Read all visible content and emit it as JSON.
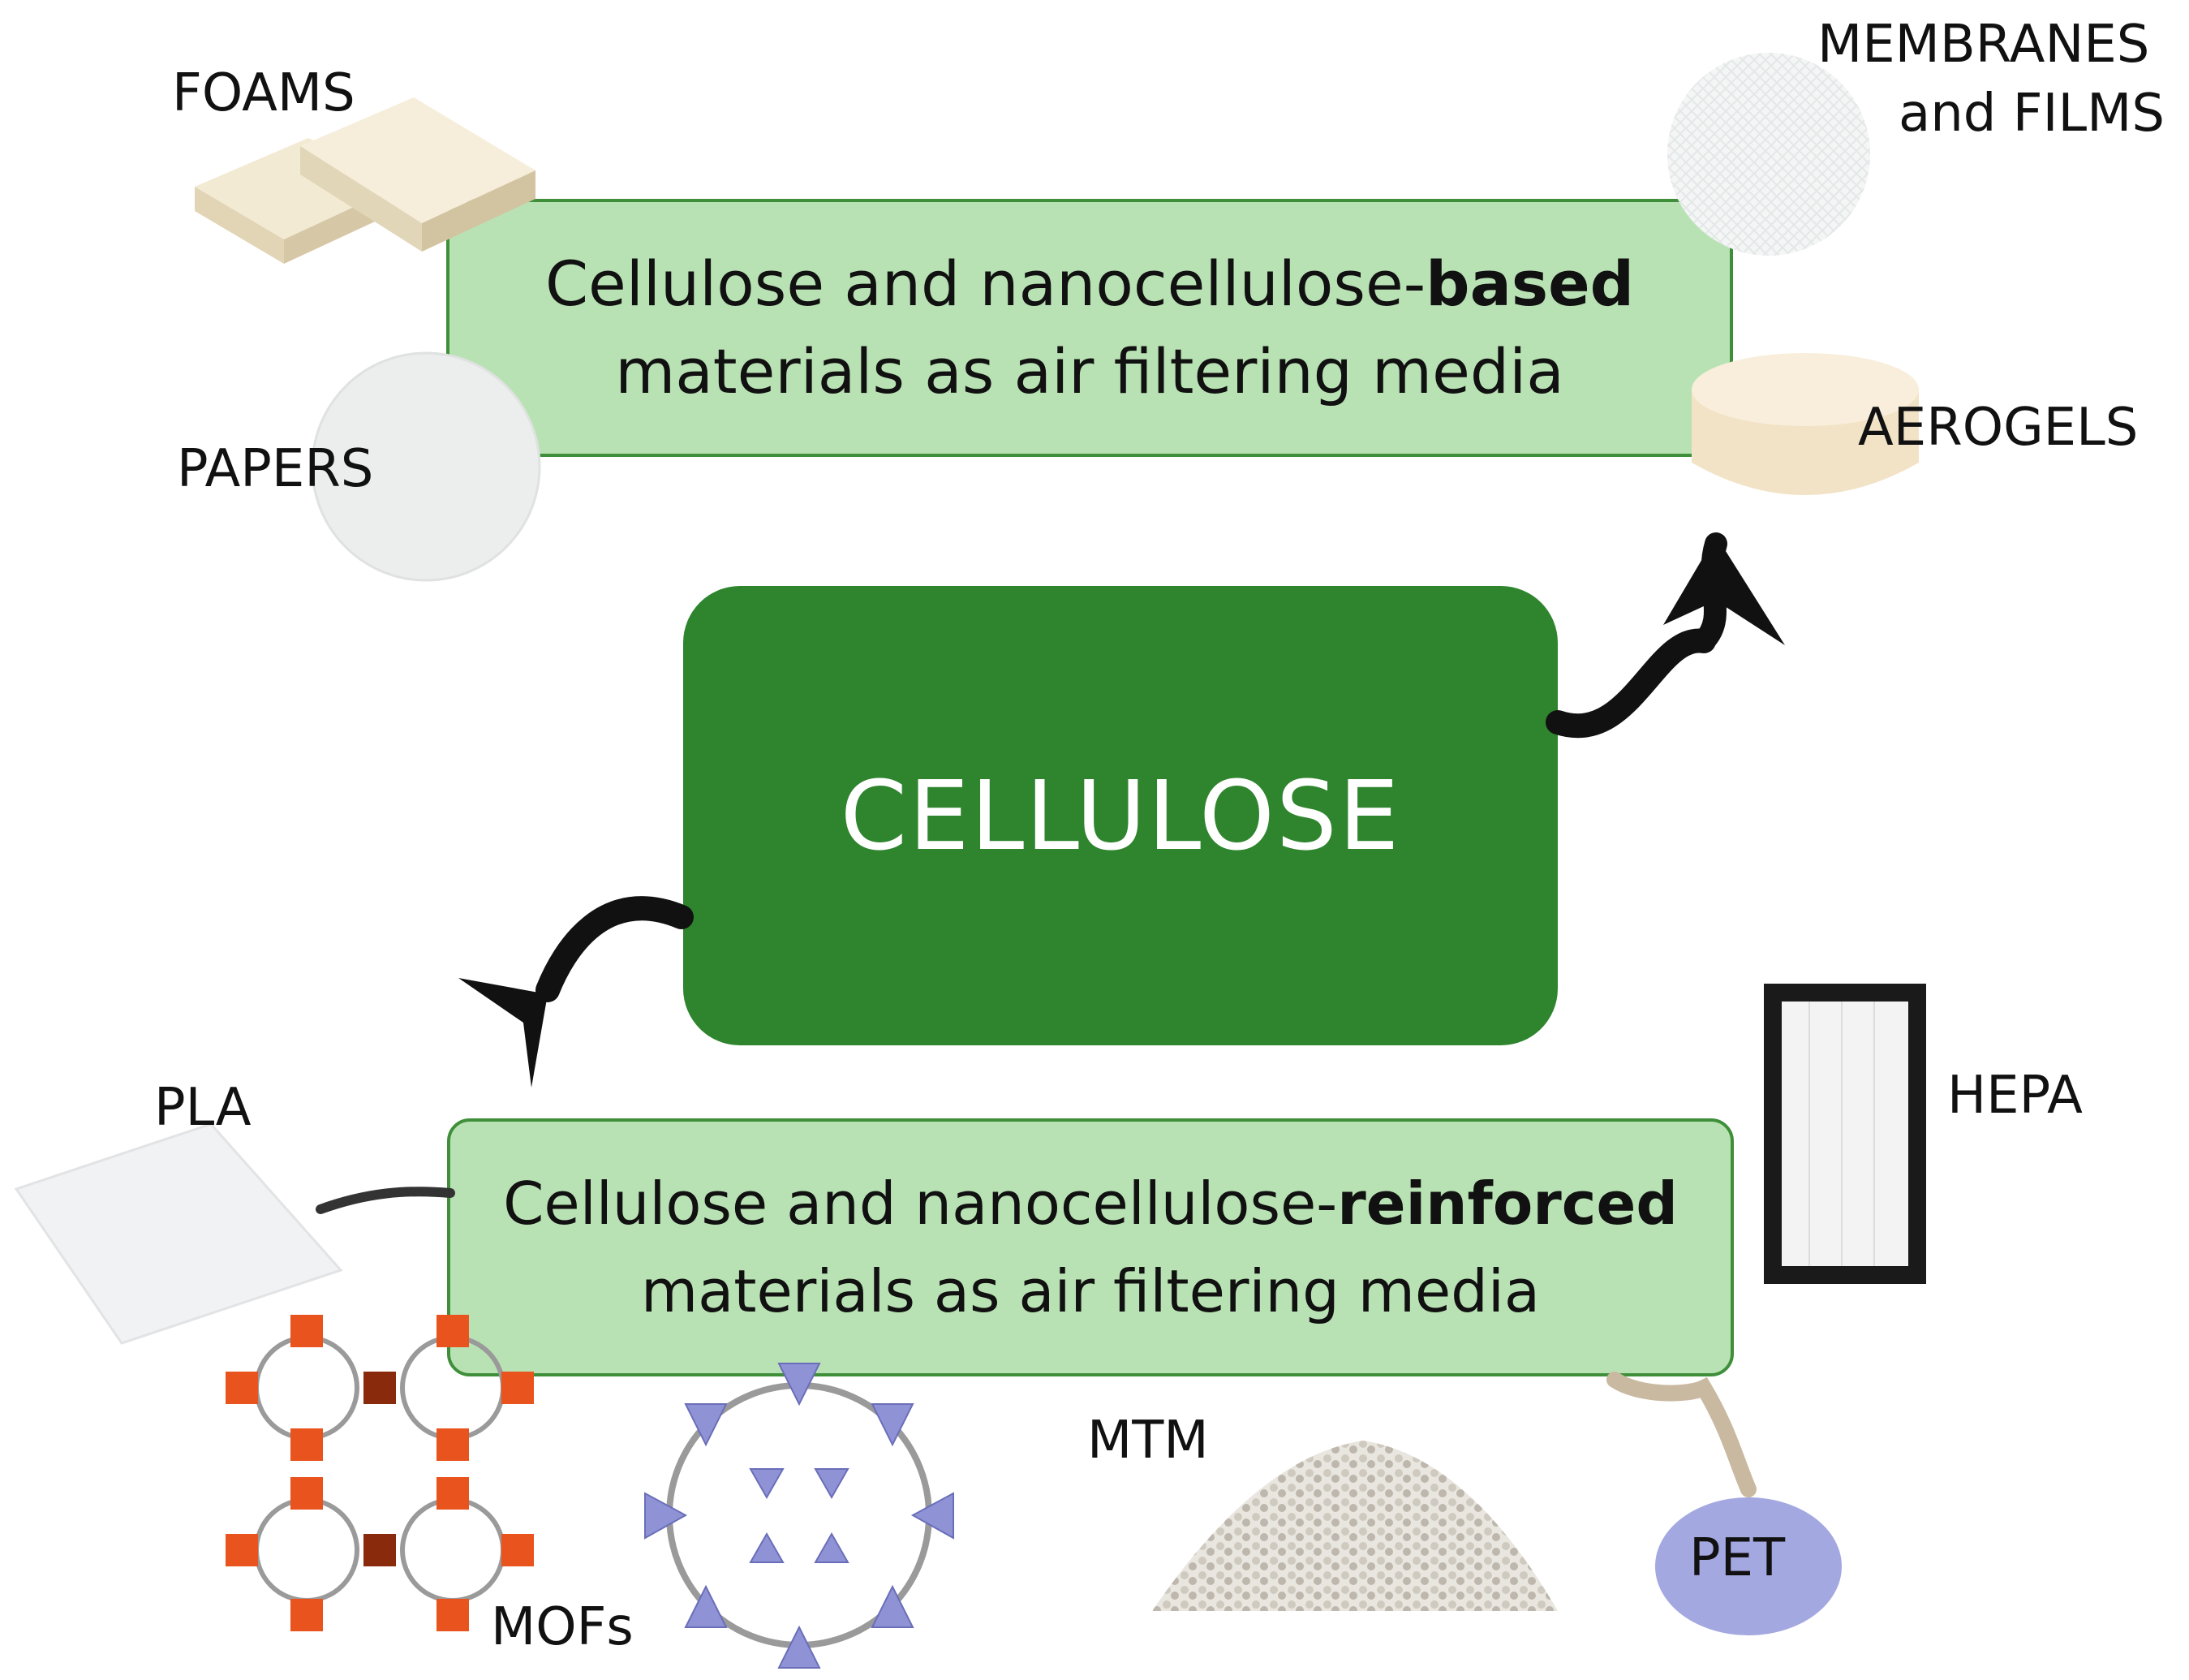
{
  "center": {
    "label": "CELLULOSE"
  },
  "top_panel": {
    "line1_pre": "Cellulose and nanocellulose-",
    "line1_bold": "based",
    "line2": "materials as air filtering media"
  },
  "bottom_panel": {
    "line1_pre": "Cellulose and nanocellulose-",
    "line1_bold": "reinforced",
    "line2": "materials as air filtering media"
  },
  "top_items": {
    "foams": "FOAMS",
    "papers": "PAPERS",
    "membranes_1": "MEMBRANES",
    "membranes_2": "and FILMS",
    "aerogels": "AEROGELS"
  },
  "bottom_items": {
    "pla": "PLA",
    "hepa": "HEPA",
    "mofs": "MOFs",
    "mtm": "MTM",
    "pet": "PET"
  },
  "colors": {
    "panel_fill": "#b9e2b4",
    "panel_border": "#3f8f3a",
    "center_fill": "#2f852e",
    "arrow": "#111111"
  }
}
